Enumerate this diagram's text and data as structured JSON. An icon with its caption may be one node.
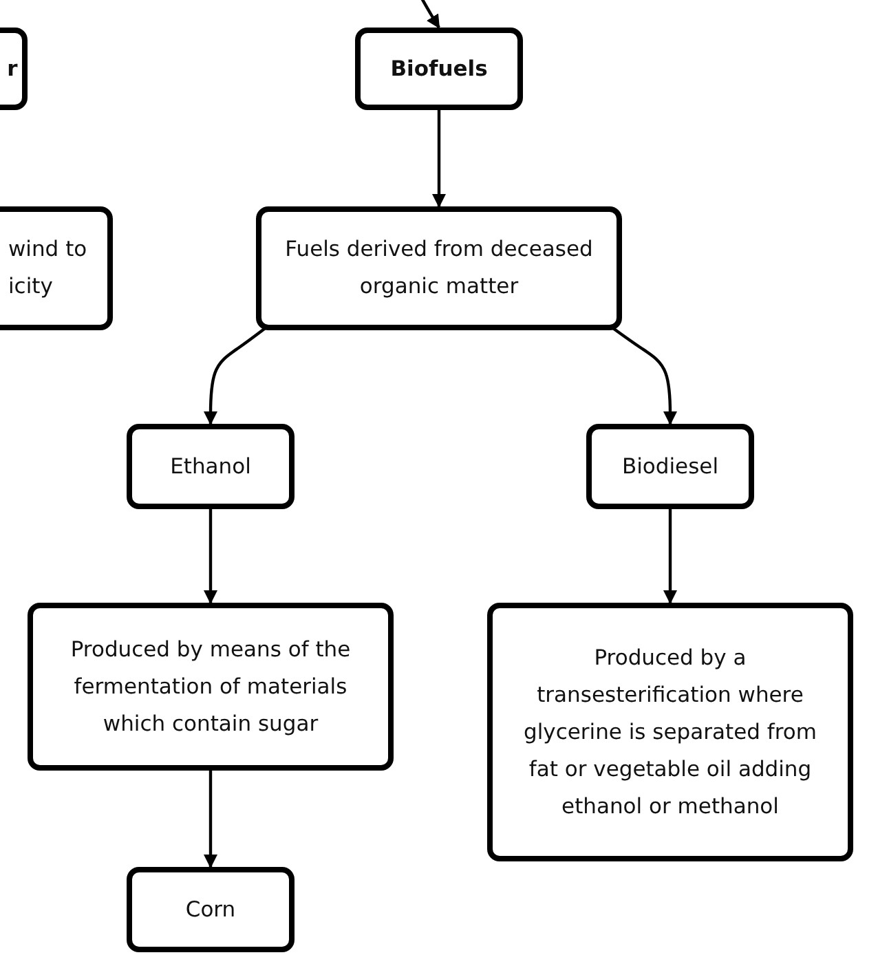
{
  "diagram": {
    "nodes": [
      {
        "text": [
          "r"
        ]
      },
      {
        "text": [
          "Biofuels"
        ]
      },
      {
        "text": [
          "wind to icity"
        ]
      },
      {
        "text": [
          "Fuels derived from deceased organic matter"
        ]
      },
      {
        "text": [
          "Ethanol"
        ]
      },
      {
        "text": [
          "Biodiesel"
        ]
      },
      {
        "text": [
          "Produced by means of the fermentation of materials which contain sugar"
        ]
      },
      {
        "text": [
          "Produced by a transesterification where glycerine is separated from fat or vegetable oil adding ethanol or methanol"
        ]
      },
      {
        "text": [
          "Corn"
        ]
      }
    ],
    "edges": [
      {
        "from": null,
        "to": 1,
        "arrow": "to"
      },
      {
        "from": 1,
        "to": 3,
        "arrow": "to"
      },
      {
        "from": 3,
        "to": 4,
        "arrow": "to"
      },
      {
        "from": 3,
        "to": 5,
        "arrow": "to"
      },
      {
        "from": 4,
        "to": 6,
        "arrow": "to"
      },
      {
        "from": 5,
        "to": 7,
        "arrow": "to"
      },
      {
        "from": 6,
        "to": 8,
        "arrow": "to"
      }
    ]
  }
}
